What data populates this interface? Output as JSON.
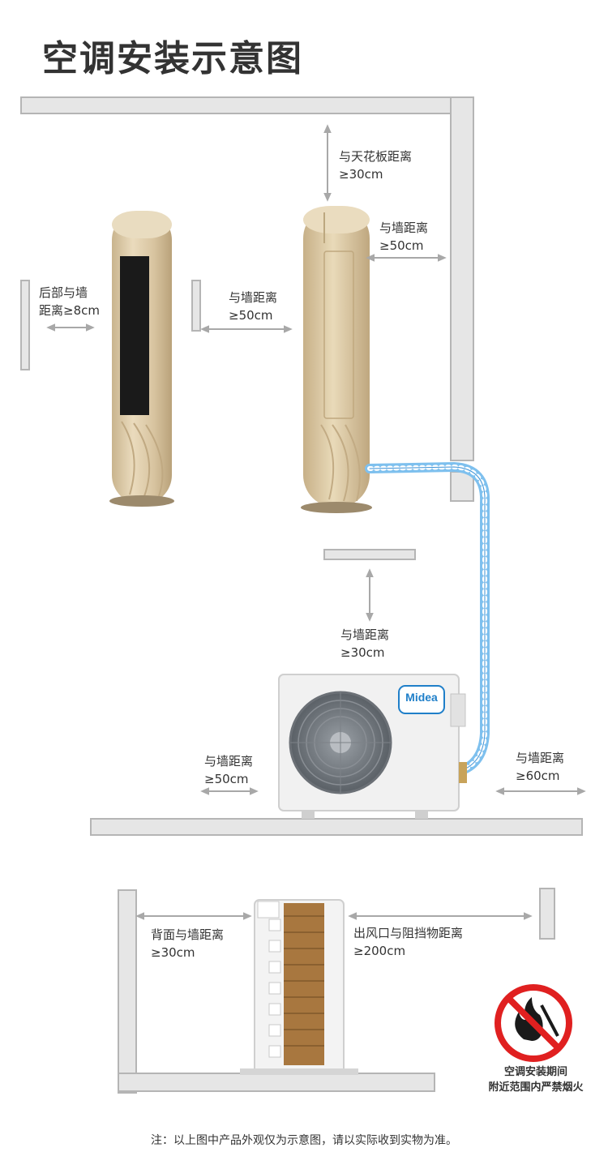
{
  "title": "空调安装示意图",
  "labels": {
    "ceiling": [
      "与天花板距离",
      "≥30cm"
    ],
    "rear": [
      "后部与墙",
      "距离≥8cm"
    ],
    "side_indoor": [
      "与墙距离",
      "≥50cm"
    ],
    "right_indoor": [
      "与墙距离",
      "≥50cm"
    ],
    "outdoor_top": [
      "与墙距离",
      "≥30cm"
    ],
    "outdoor_left": [
      "与墙距离",
      "≥50cm"
    ],
    "outdoor_right": [
      "与墙距离",
      "≥60cm"
    ],
    "back_wall": [
      "背面与墙距离",
      "≥30cm"
    ],
    "outlet": [
      "出风口与阻挡物距离",
      "≥200cm"
    ]
  },
  "brand": "Midea",
  "warning": [
    "空调安装期间",
    "附近范围内严禁烟火"
  ],
  "note": "注：以上图中产品外观仅为示意图，请以实际收到实物为准。",
  "colors": {
    "wall_fill": "#e6e6e6",
    "wall_edge": "#b5b5b5",
    "unit_gold": "#d8c6a4",
    "pipe_blue": "#5aa9e6",
    "arrow_gray": "#a8a8a8",
    "brand_blue": "#1f7fc9",
    "warning_red": "#e02020"
  },
  "icons": [
    "ceiling-arrow-icon",
    "distance-arrow-icon",
    "no-fire-icon"
  ]
}
